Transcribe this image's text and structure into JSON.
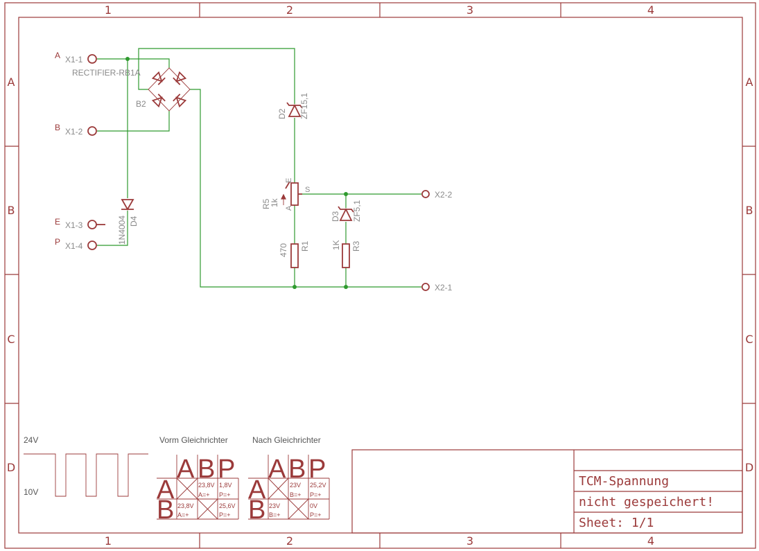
{
  "frame": {
    "columns": [
      "1",
      "2",
      "3",
      "4"
    ],
    "rows": [
      "A",
      "B",
      "C",
      "D"
    ]
  },
  "connectors": {
    "x1_1": "X1-1",
    "x1_2": "X1-2",
    "x1_3": "X1-3",
    "x1_4": "X1-4",
    "x2_1": "X2-1",
    "x2_2": "X2-2",
    "pin_a": "A",
    "pin_b": "B",
    "pin_e": "E",
    "pin_p": "P"
  },
  "components": {
    "rectifier_value": "RECTIFIER-RB1A",
    "rectifier_name": "B2",
    "d2_name": "D2",
    "d2_value": "ZF15,1",
    "d3_name": "D3",
    "d3_value": "ZF5,1",
    "d4_name": "D4",
    "d4_value": "1N4004",
    "r5_name": "R5",
    "r5_value": "1k",
    "r5_pin_a": "A",
    "r5_pin_e": "E",
    "r5_pin_s": "S",
    "r1_name": "R1",
    "r1_value": "470",
    "r3_name": "R3",
    "r3_value": "1K"
  },
  "waveform": {
    "high": "24V",
    "low": "10V"
  },
  "tables": {
    "before_title": "Vorm Gleichrichter",
    "after_title": "Nach Gleichrichter",
    "header_a": "A",
    "header_b": "B",
    "header_p": "P",
    "row_a": "A",
    "row_b": "B",
    "before": {
      "ab_v": "23,8V",
      "ab_s": "A=+",
      "ap_v": "1,8V",
      "ap_s": "P=+",
      "ba_v": "23,8V",
      "ba_s": "A=+",
      "bp_v": "25,6V",
      "bp_s": "P=+"
    },
    "after": {
      "ab_v": "23V",
      "ab_s": "B=+",
      "ap_v": "25,2V",
      "ap_s": "P=+",
      "ba_v": "23V",
      "ba_s": "B=+",
      "bp_v": "0V",
      "bp_s": "P=+"
    }
  },
  "title_block": {
    "title": "TCM-Spannung",
    "status": "nicht gespeichert!",
    "sheet": "Sheet: 1/1"
  },
  "colors": {
    "frame": "#9b3a3a",
    "wire": "#2e9a2e",
    "label": "#8a8a8a"
  }
}
